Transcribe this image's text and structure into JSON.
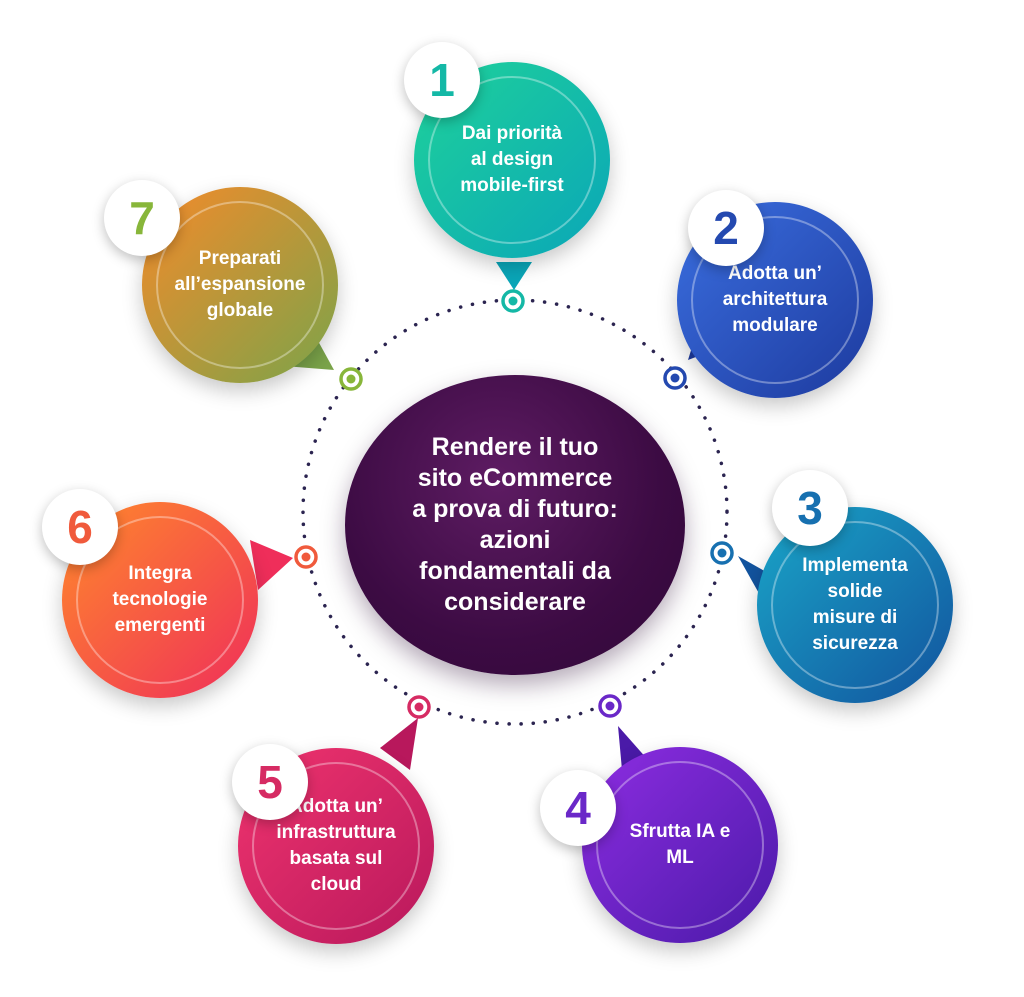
{
  "center": {
    "text": "Rendere il tuo\nsito eCommerce\na prova di futuro:\nazioni\nfondamentali da\nconsiderare"
  },
  "steps": [
    {
      "number": "1",
      "text": "Dai priorità\nal design\nmobile-first",
      "color_from": "#1fd29a",
      "color_to": "#0aa6b8",
      "badge_color": "#14b8a6"
    },
    {
      "number": "2",
      "text": "Adotta un’\narchitettura\nmodulare",
      "color_from": "#3b6fe0",
      "color_to": "#1d3a9e",
      "badge_color": "#2449b0"
    },
    {
      "number": "3",
      "text": "Implementa\nsolide\nmisure di\nsicurezza",
      "color_from": "#1aa6c8",
      "color_to": "#12539e",
      "badge_color": "#1770b0"
    },
    {
      "number": "4",
      "text": "Sfrutta IA e\nML",
      "color_from": "#8e2de2",
      "color_to": "#4a1aa8",
      "badge_color": "#6a28c8"
    },
    {
      "number": "5",
      "text": "Adotta un’\ninfrastruttura\nbasata sul\ncloud",
      "color_from": "#f0346e",
      "color_to": "#b8185c",
      "badge_color": "#d62b63"
    },
    {
      "number": "6",
      "text": "Integra\ntecnologie\nemergenti",
      "color_from": "#ff8a2b",
      "color_to": "#ef2e5a",
      "badge_color": "#f05a3c"
    },
    {
      "number": "7",
      "text": "Preparati\nall’espansione\nglobale",
      "color_from": "#f58a2a",
      "color_to": "#7ba44a",
      "badge_color": "#88b63a"
    }
  ]
}
